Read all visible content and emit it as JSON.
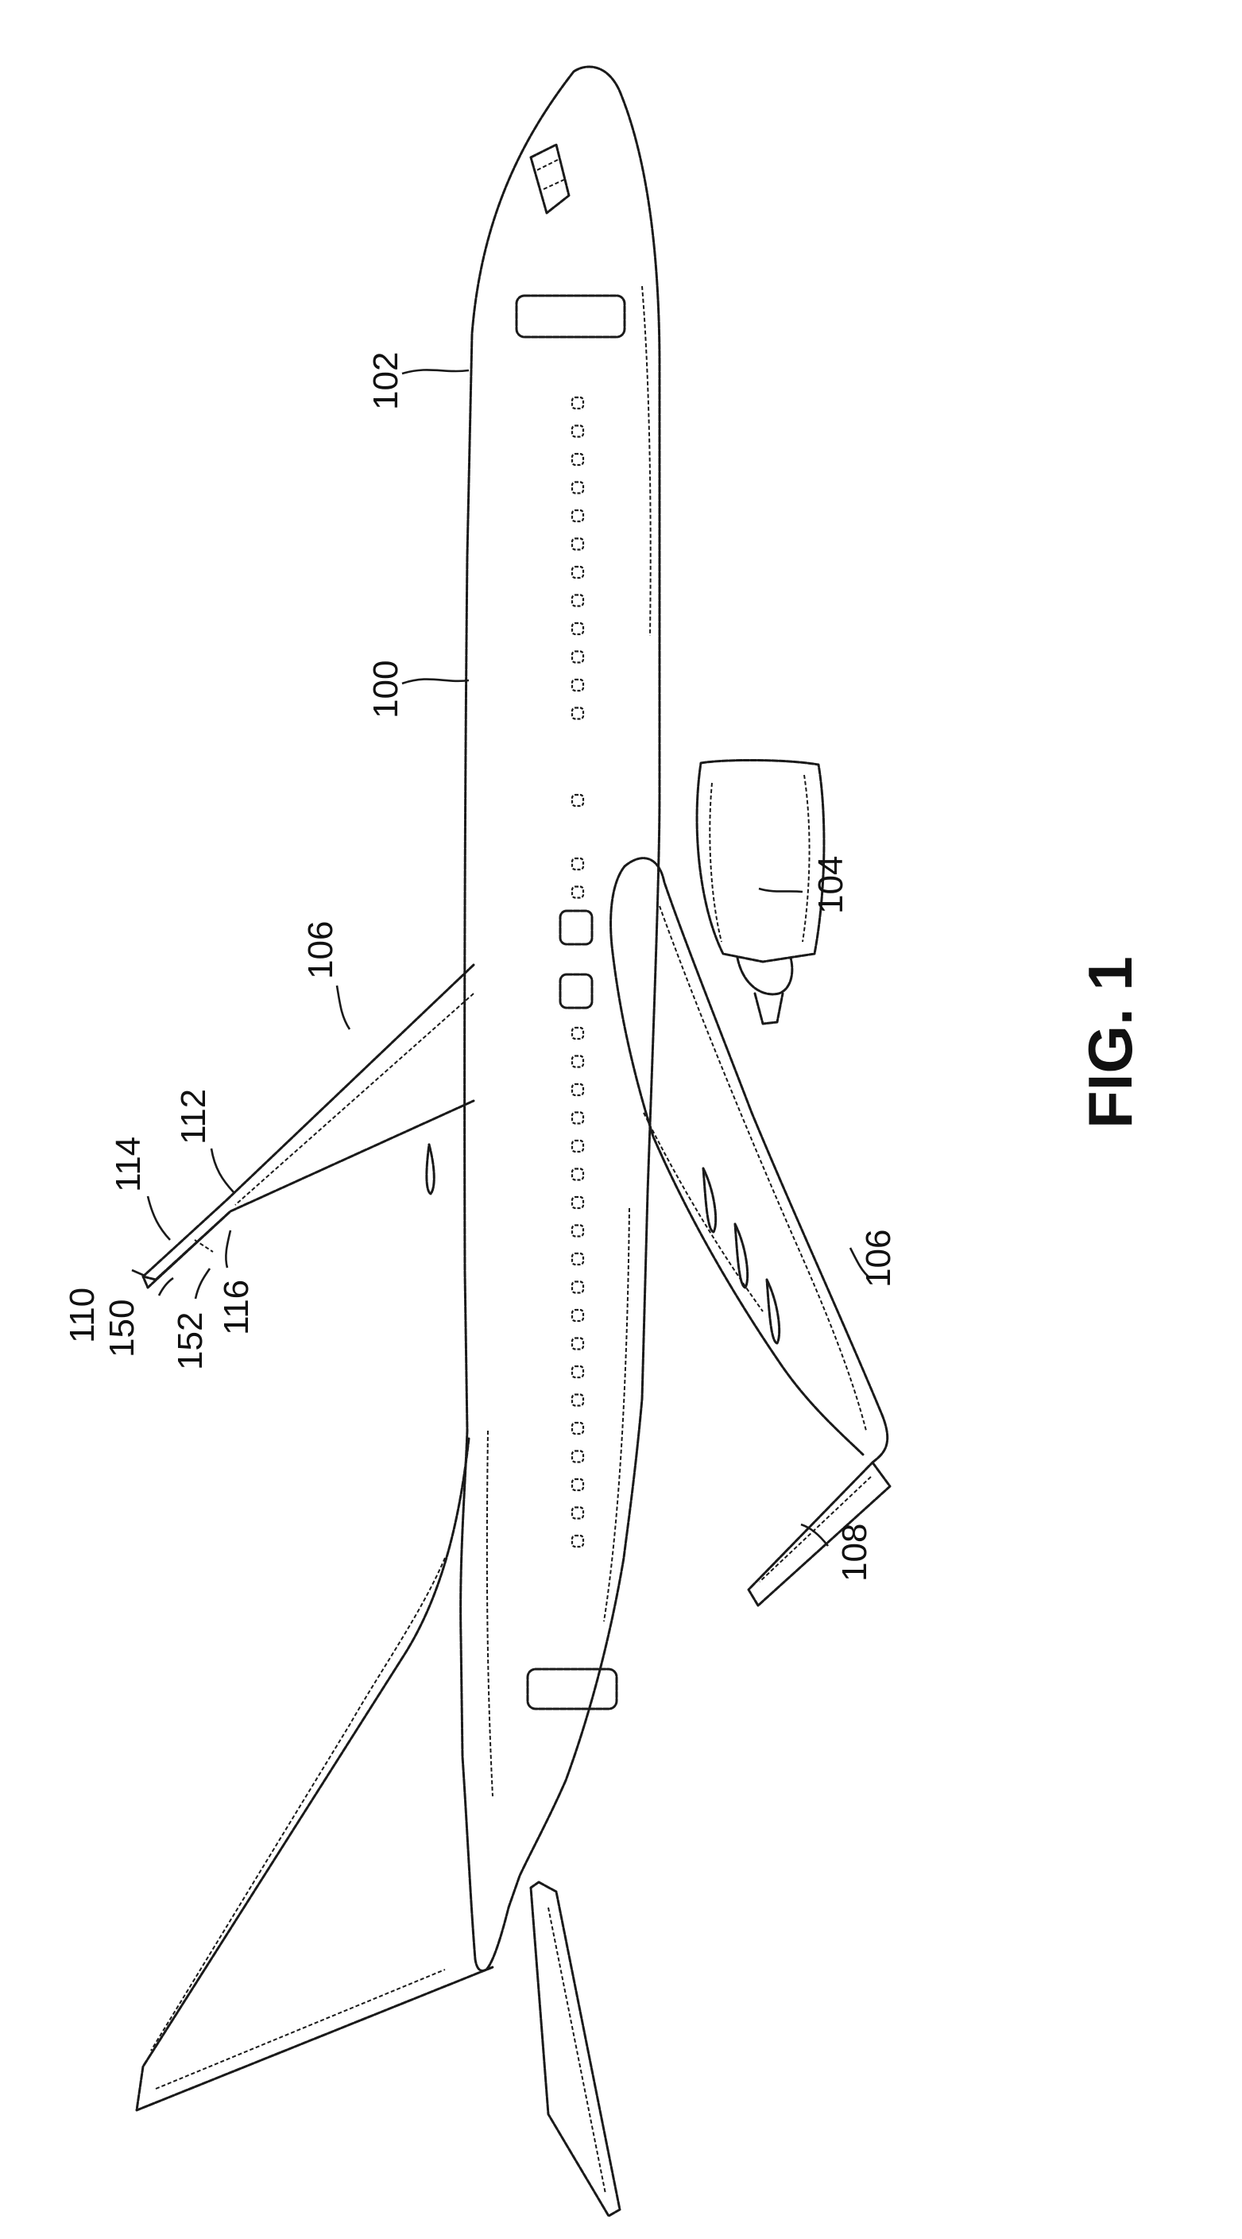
{
  "figure": {
    "caption": "FIG. 1",
    "reference_numerals": {
      "aircraft": "100",
      "fuselage": "102",
      "engine": "104",
      "wing_upper": "106",
      "wing_lower": "106",
      "winglet": "108",
      "r110": "110",
      "r112": "112",
      "r114": "114",
      "r116": "116",
      "r150": "150",
      "r152": "152"
    }
  }
}
